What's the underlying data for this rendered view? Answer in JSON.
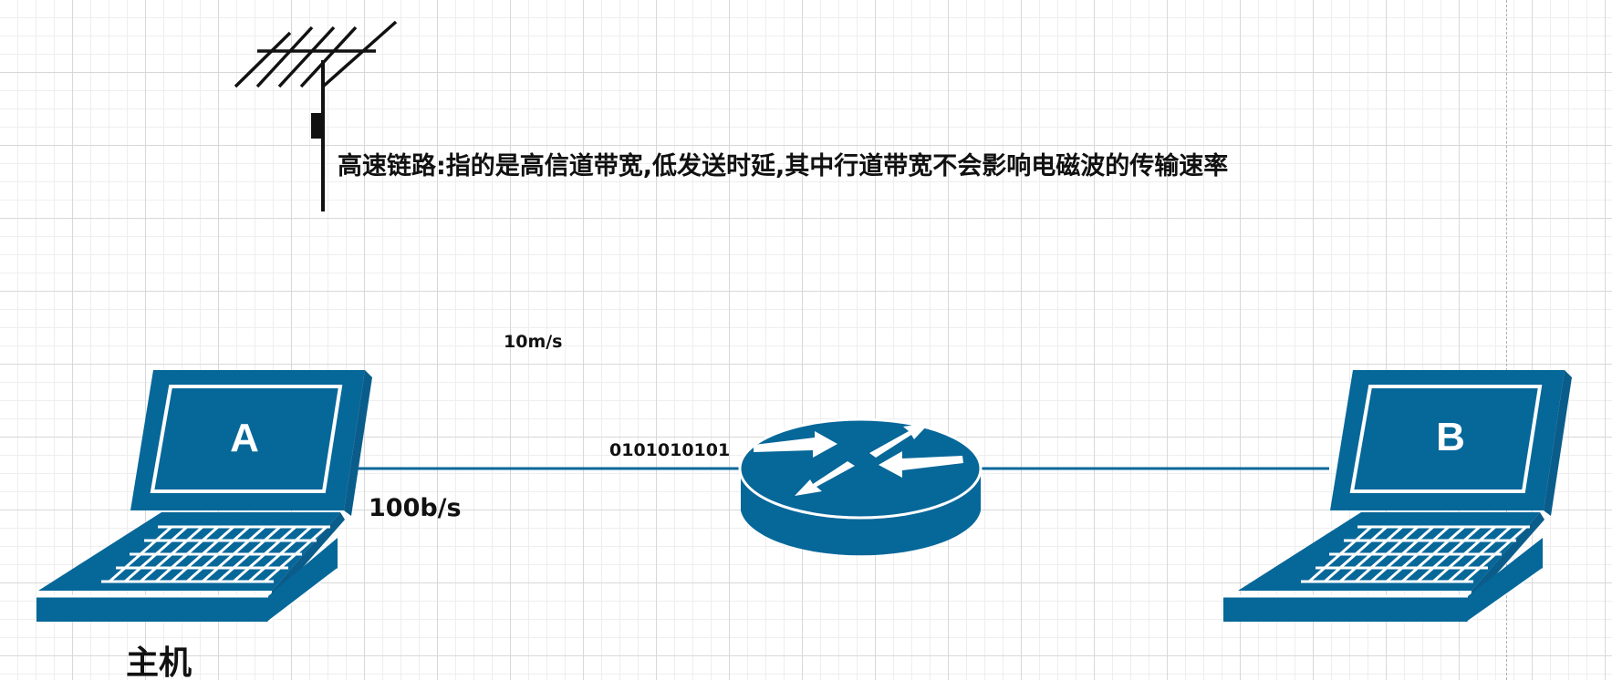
{
  "diagram": {
    "title": "高速链路:指的是高信道带宽,低发送时延,其中行道带宽不会影响电磁波的传输速率",
    "propagation_speed_label": "10m/s",
    "bit_stream_label": "0101010101",
    "bandwidth_label": "100b/s",
    "host_label": "主机",
    "laptop_a": {
      "screen_label": "A"
    },
    "laptop_b": {
      "screen_label": "B"
    },
    "colors": {
      "device_blue": "#066799",
      "line_blue": "#066799",
      "antenna": "#111111",
      "grid": "#d8d8d8"
    },
    "icons": [
      "antenna-icon",
      "laptop-icon",
      "router-icon"
    ]
  }
}
